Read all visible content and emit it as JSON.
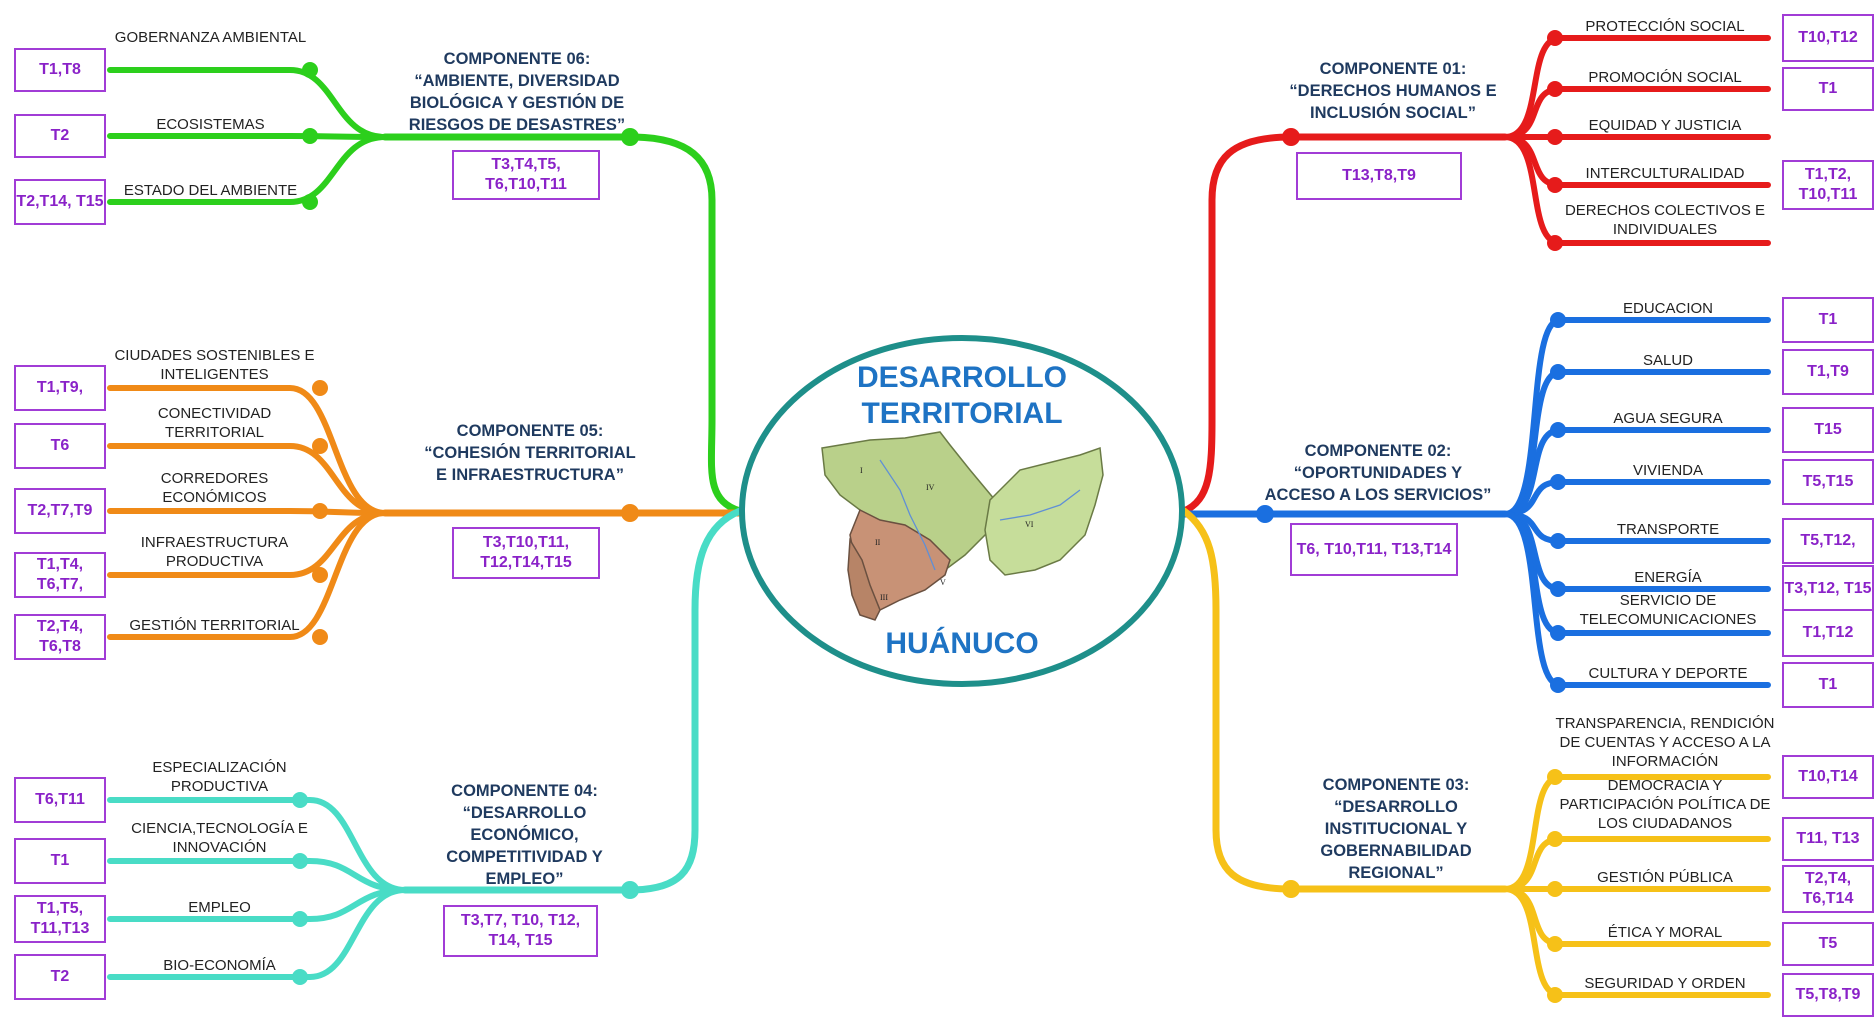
{
  "center": {
    "title_line1": "DESARROLLO",
    "title_line2": "TERRITORIAL",
    "region": "HUÁNUCO",
    "map_regions": [
      "I",
      "II",
      "III",
      "IV",
      "V",
      "VI"
    ]
  },
  "colors": {
    "c01": "#e61b1b",
    "c02": "#1a6fe0",
    "c03": "#f6c118",
    "c04": "#49dcc6",
    "c05": "#f08a17",
    "c06": "#2ccf1c",
    "center_ring": "#1e8f8a",
    "tag_border": "#a13cd6"
  },
  "components": {
    "c01": {
      "name": "COMPONENTE 01:",
      "title": "“DERECHOS HUMANOS E INCLUSIÓN SOCIAL”",
      "tags": "T13,T8,T9",
      "items": [
        {
          "label": "PROTECCIÓN SOCIAL",
          "tag": "T10,T12"
        },
        {
          "label": "PROMOCIÓN SOCIAL",
          "tag": "T1"
        },
        {
          "label": "EQUIDAD Y JUSTICIA",
          "tag": ""
        },
        {
          "label": "INTERCULTURALIDAD",
          "tag": "T1,T2, T10,T11"
        },
        {
          "label": "DERECHOS COLECTIVOS E INDIVIDUALES",
          "tag": ""
        }
      ]
    },
    "c02": {
      "name": "COMPONENTE 02:",
      "title": "“OPORTUNIDADES Y ACCESO A LOS SERVICIOS”",
      "tags": "T6, T10,T11, T13,T14",
      "items": [
        {
          "label": "EDUCACION",
          "tag": "T1"
        },
        {
          "label": "SALUD",
          "tag": "T1,T9"
        },
        {
          "label": "AGUA SEGURA",
          "tag": "T15"
        },
        {
          "label": "VIVIENDA",
          "tag": "T5,T15"
        },
        {
          "label": "TRANSPORTE",
          "tag": "T5,T12,"
        },
        {
          "label": "ENERGÍA",
          "tag": "T3,T12, T15"
        },
        {
          "label": "SERVICIO DE TELECOMUNICACIONES",
          "tag": "T1,T12"
        },
        {
          "label": "CULTURA Y DEPORTE",
          "tag": "T1"
        }
      ]
    },
    "c03": {
      "name": "COMPONENTE 03:",
      "title": "“DESARROLLO INSTITUCIONAL Y GOBERNABILIDAD REGIONAL”",
      "tags": "",
      "items": [
        {
          "label": "TRANSPARENCIA, RENDICIÓN DE CUENTAS Y ACCESO A LA INFORMACIÓN",
          "tag": "T10,T14"
        },
        {
          "label": "DEMOCRACIA Y PARTICIPACIÓN POLÍTICA DE LOS CIUDADANOS",
          "tag": "T11, T13"
        },
        {
          "label": "GESTIÓN PÚBLICA",
          "tag": "T2,T4, T6,T14"
        },
        {
          "label": "ÉTICA Y MORAL",
          "tag": "T5"
        },
        {
          "label": "SEGURIDAD Y ORDEN",
          "tag": "T5,T8,T9"
        }
      ]
    },
    "c04": {
      "name": "COMPONENTE 04:",
      "title": "“DESARROLLO ECONÓMICO, COMPETITIVIDAD Y EMPLEO”",
      "tags": "T3,T7, T10, T12, T14, T15",
      "items": [
        {
          "label": "ESPECIALIZACIÓN PRODUCTIVA",
          "tag": "T6,T11"
        },
        {
          "label": "CIENCIA,TECNOLOGÍA E INNOVACIÓN",
          "tag": "T1"
        },
        {
          "label": "EMPLEO",
          "tag": "T1,T5, T11,T13"
        },
        {
          "label": "BIO-ECONOMÍA",
          "tag": "T2"
        }
      ]
    },
    "c05": {
      "name": "COMPONENTE 05:",
      "title": "“COHESIÓN TERRITORIAL E INFRAESTRUCTURA”",
      "tags": "T3,T10,T11, T12,T14,T15",
      "items": [
        {
          "label": "CIUDADES SOSTENIBLES E INTELIGENTES",
          "tag": "T1,T9,"
        },
        {
          "label": "CONECTIVIDAD TERRITORIAL",
          "tag": "T6"
        },
        {
          "label": "CORREDORES ECONÓMICOS",
          "tag": "T2,T7,T9"
        },
        {
          "label": "INFRAESTRUCTURA PRODUCTIVA",
          "tag": "T1,T4, T6,T7,"
        },
        {
          "label": "GESTIÓN TERRITORIAL",
          "tag": "T2,T4, T6,T8"
        }
      ]
    },
    "c06": {
      "name": "COMPONENTE 06:",
      "title": "“AMBIENTE, DIVERSIDAD BIOLÓGICA Y GESTIÓN DE RIESGOS DE DESASTRES”",
      "tags": "T3,T4,T5, T6,T10,T11",
      "items": [
        {
          "label": "GOBERNANZA AMBIENTAL",
          "tag": "T1,T8"
        },
        {
          "label": "ECOSISTEMAS",
          "tag": "T2"
        },
        {
          "label": "ESTADO DEL AMBIENTE",
          "tag": "T2,T14, T15"
        }
      ]
    }
  }
}
